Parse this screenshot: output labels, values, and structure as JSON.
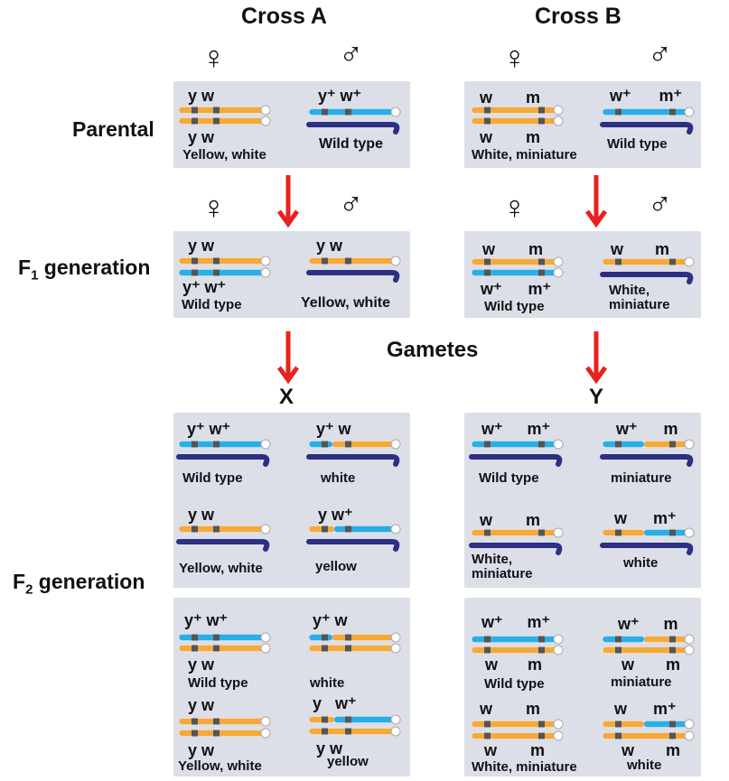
{
  "headers": {
    "cross_a": "Cross A",
    "cross_b": "Cross B"
  },
  "row_labels": {
    "parental": "Parental",
    "f1_prefix": "F",
    "f1_sub": "1",
    "f1_suffix": " generation",
    "f2_prefix": "F",
    "f2_sub": "2",
    "f2_suffix": " generation",
    "gametes": "Gametes"
  },
  "symbols": {
    "female": "♀",
    "male": "♂"
  },
  "gametes": {
    "x": "X",
    "y": "Y"
  },
  "colors": {
    "orange": "#f4a93a",
    "blue": "#29aee6",
    "navy": "#2d2f82",
    "arrow": "#e8221e",
    "panel": "#dcdee8"
  },
  "cross_a": {
    "parental": {
      "female": {
        "top_genes": "y w",
        "bottom_genes": "y w",
        "phenotype": "Yellow, white"
      },
      "male": {
        "genes": "y⁺ w⁺",
        "phenotype": "Wild type"
      }
    },
    "f1": {
      "female": {
        "top_genes": "y w",
        "bottom_genes": "y⁺ w⁺",
        "phenotype": "Wild type"
      },
      "male": {
        "genes": "y w",
        "phenotype": "Yellow, white"
      }
    },
    "f2_males": [
      {
        "genes": "y⁺ w⁺",
        "phenotype": "Wild type"
      },
      {
        "genes": "y⁺ w",
        "phenotype": "white"
      },
      {
        "genes": "y w",
        "phenotype": "Yellow, white"
      },
      {
        "genes": "y w⁺",
        "phenotype": "yellow"
      }
    ],
    "f2_females": [
      {
        "top_genes": "y⁺ w⁺",
        "bottom_genes": "y w",
        "phenotype": "Wild type"
      },
      {
        "top_genes": "y⁺ w",
        "bottom_genes": "",
        "phenotype": "white"
      },
      {
        "top_genes": "y w",
        "bottom_genes": "y w",
        "phenotype": "Yellow, white"
      },
      {
        "top_genes": "y w⁺",
        "bottom_genes": "y w",
        "phenotype": "yellow"
      }
    ]
  },
  "cross_b": {
    "parental": {
      "female": {
        "top_genes": "w m",
        "bottom_genes": "w m",
        "phenotype": "White, miniature"
      },
      "male": {
        "genes": "w⁺ m⁺",
        "phenotype": "Wild type"
      }
    },
    "f1": {
      "female": {
        "top_genes": "w m",
        "bottom_genes": "w⁺ m⁺",
        "phenotype": "Wild type"
      },
      "male": {
        "genes": "w m",
        "phenotype": "White, miniature"
      }
    },
    "f2_males": [
      {
        "genes": "w⁺ m⁺",
        "phenotype": "Wild type"
      },
      {
        "genes": "w⁺ m",
        "phenotype": "miniature"
      },
      {
        "genes": "w m",
        "phenotype": "White, miniature"
      },
      {
        "genes": "w m⁺",
        "phenotype": "white"
      }
    ],
    "f2_females": [
      {
        "top_genes": "w⁺ m⁺",
        "bottom_genes": "w m",
        "phenotype": "Wild type"
      },
      {
        "top_genes": "w⁺ m",
        "bottom_genes": "w m",
        "phenotype": "miniature"
      },
      {
        "top_genes": "w m",
        "bottom_genes": "w m",
        "phenotype": "White, miniature"
      },
      {
        "top_genes": "w m⁺",
        "bottom_genes": "w m",
        "phenotype": "white"
      }
    ]
  }
}
